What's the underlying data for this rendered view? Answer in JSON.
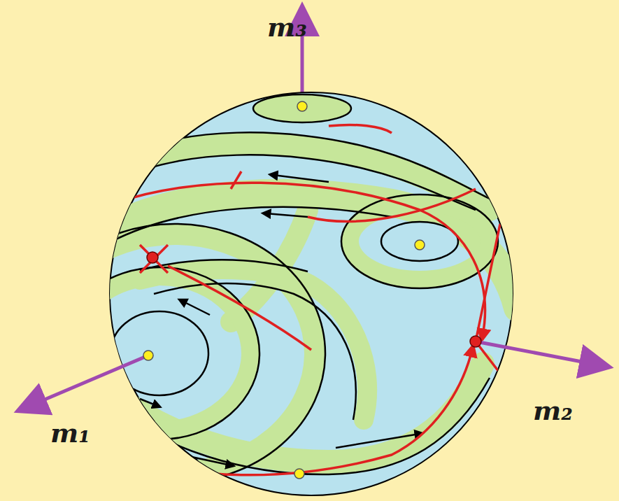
{
  "diagram": {
    "labels": [
      "m₃",
      "m₁",
      "m₂"
    ]
  }
}
